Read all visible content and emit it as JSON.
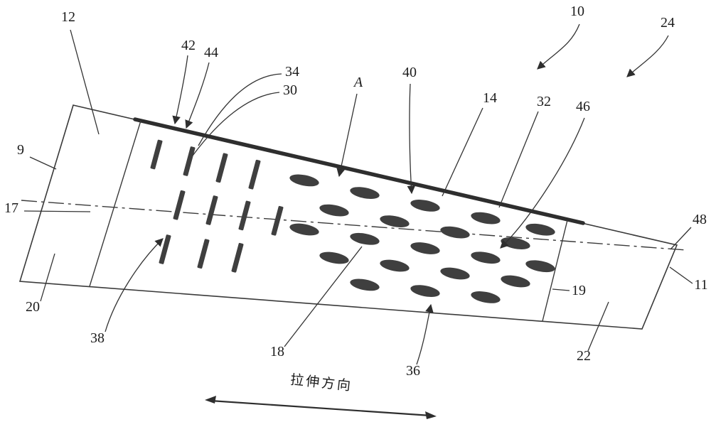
{
  "figure": {
    "stretch_direction_text": "拉伸方向",
    "labels": {
      "n9": "9",
      "n10": "10",
      "n11": "11",
      "n12": "12",
      "n14": "14",
      "n17": "17",
      "n18": "18",
      "n19": "19",
      "n20": "20",
      "n22": "22",
      "n24": "24",
      "n30": "30",
      "n32": "32",
      "n34": "34",
      "n36": "36",
      "n38": "38",
      "n40": "40",
      "n42": "42",
      "n44": "44",
      "n46": "46",
      "n48": "48",
      "A": "A"
    },
    "colors": {
      "ink": "#333333",
      "fill_dark": "#3f3f3f",
      "background": "#ffffff"
    }
  }
}
